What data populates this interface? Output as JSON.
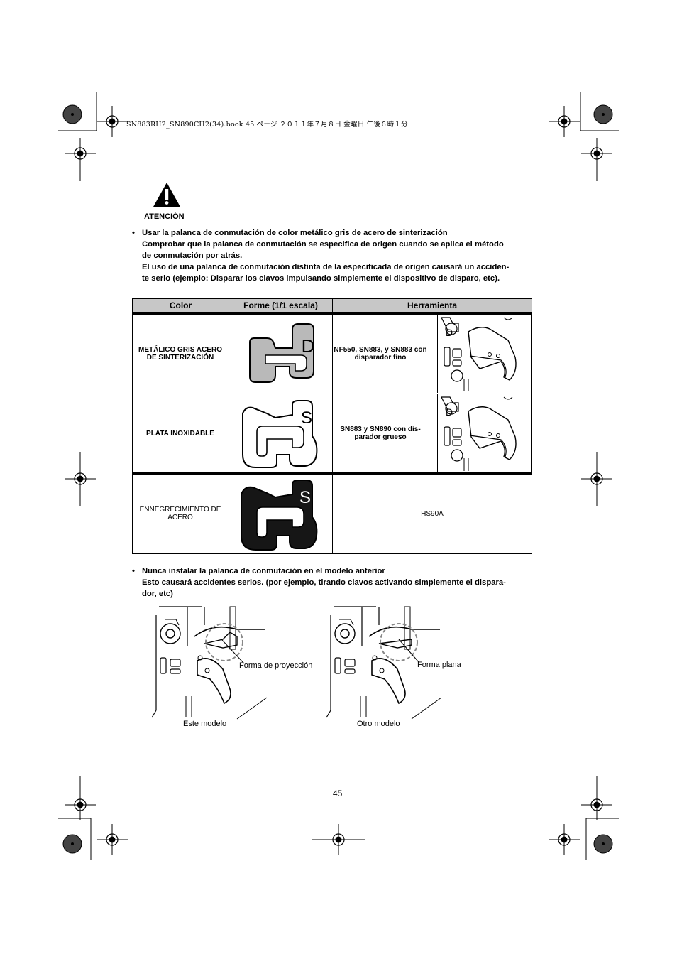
{
  "header": {
    "running_header": "SN883RH2_SN890CH2(34).book  45 ページ  ２０１１年７月８日  金曜日  午後６時１分"
  },
  "warning": {
    "label": "ATENCIÓN"
  },
  "bullet1": {
    "line1": "Usar la palanca de conmutación de color metálico gris de acero de sinterización",
    "line2": "Comprobar que la palanca de conmutación se especifica de origen cuando se aplica el método",
    "line3": "de conmutación por atrás.",
    "line4": "El uso de una palanca de conmutación distinta de la especificada de origen causará un acciden-",
    "line5": "te serio (ejemplo: Disparar los clavos impulsando simplemente el dispositivo de disparo, etc)."
  },
  "table": {
    "headers": {
      "color": "Color",
      "shape": "Forme (1/1 escala)",
      "tool": "Herramienta"
    },
    "rows": [
      {
        "color": "METÁLICO GRIS ACERO DE SINTERIZACIÓN",
        "letter": "D",
        "tool": "NF550, SN883, y SN883 con disparador fino"
      },
      {
        "color": "PLATA INOXIDABLE",
        "letter": "S",
        "tool": "SN883 y SN890 con dis-parador grueso"
      },
      {
        "color": "ENNEGRECIMIENTO DE ACERO",
        "letter": "S",
        "tool": "HS90A"
      }
    ]
  },
  "bullet2": {
    "line1": "Nunca instalar la palanca de conmutación en el modelo anterior",
    "line2": "Esto causará accidentes serios. (por ejemplo, tirando clavos activando simplemente el dispara-",
    "line3": "dor, etc)"
  },
  "figures": {
    "left_callout": "Forma de proyección",
    "left_caption": "Este modelo",
    "right_callout": "Forma plana",
    "right_caption": "Otro modelo"
  },
  "page_number": "45"
}
